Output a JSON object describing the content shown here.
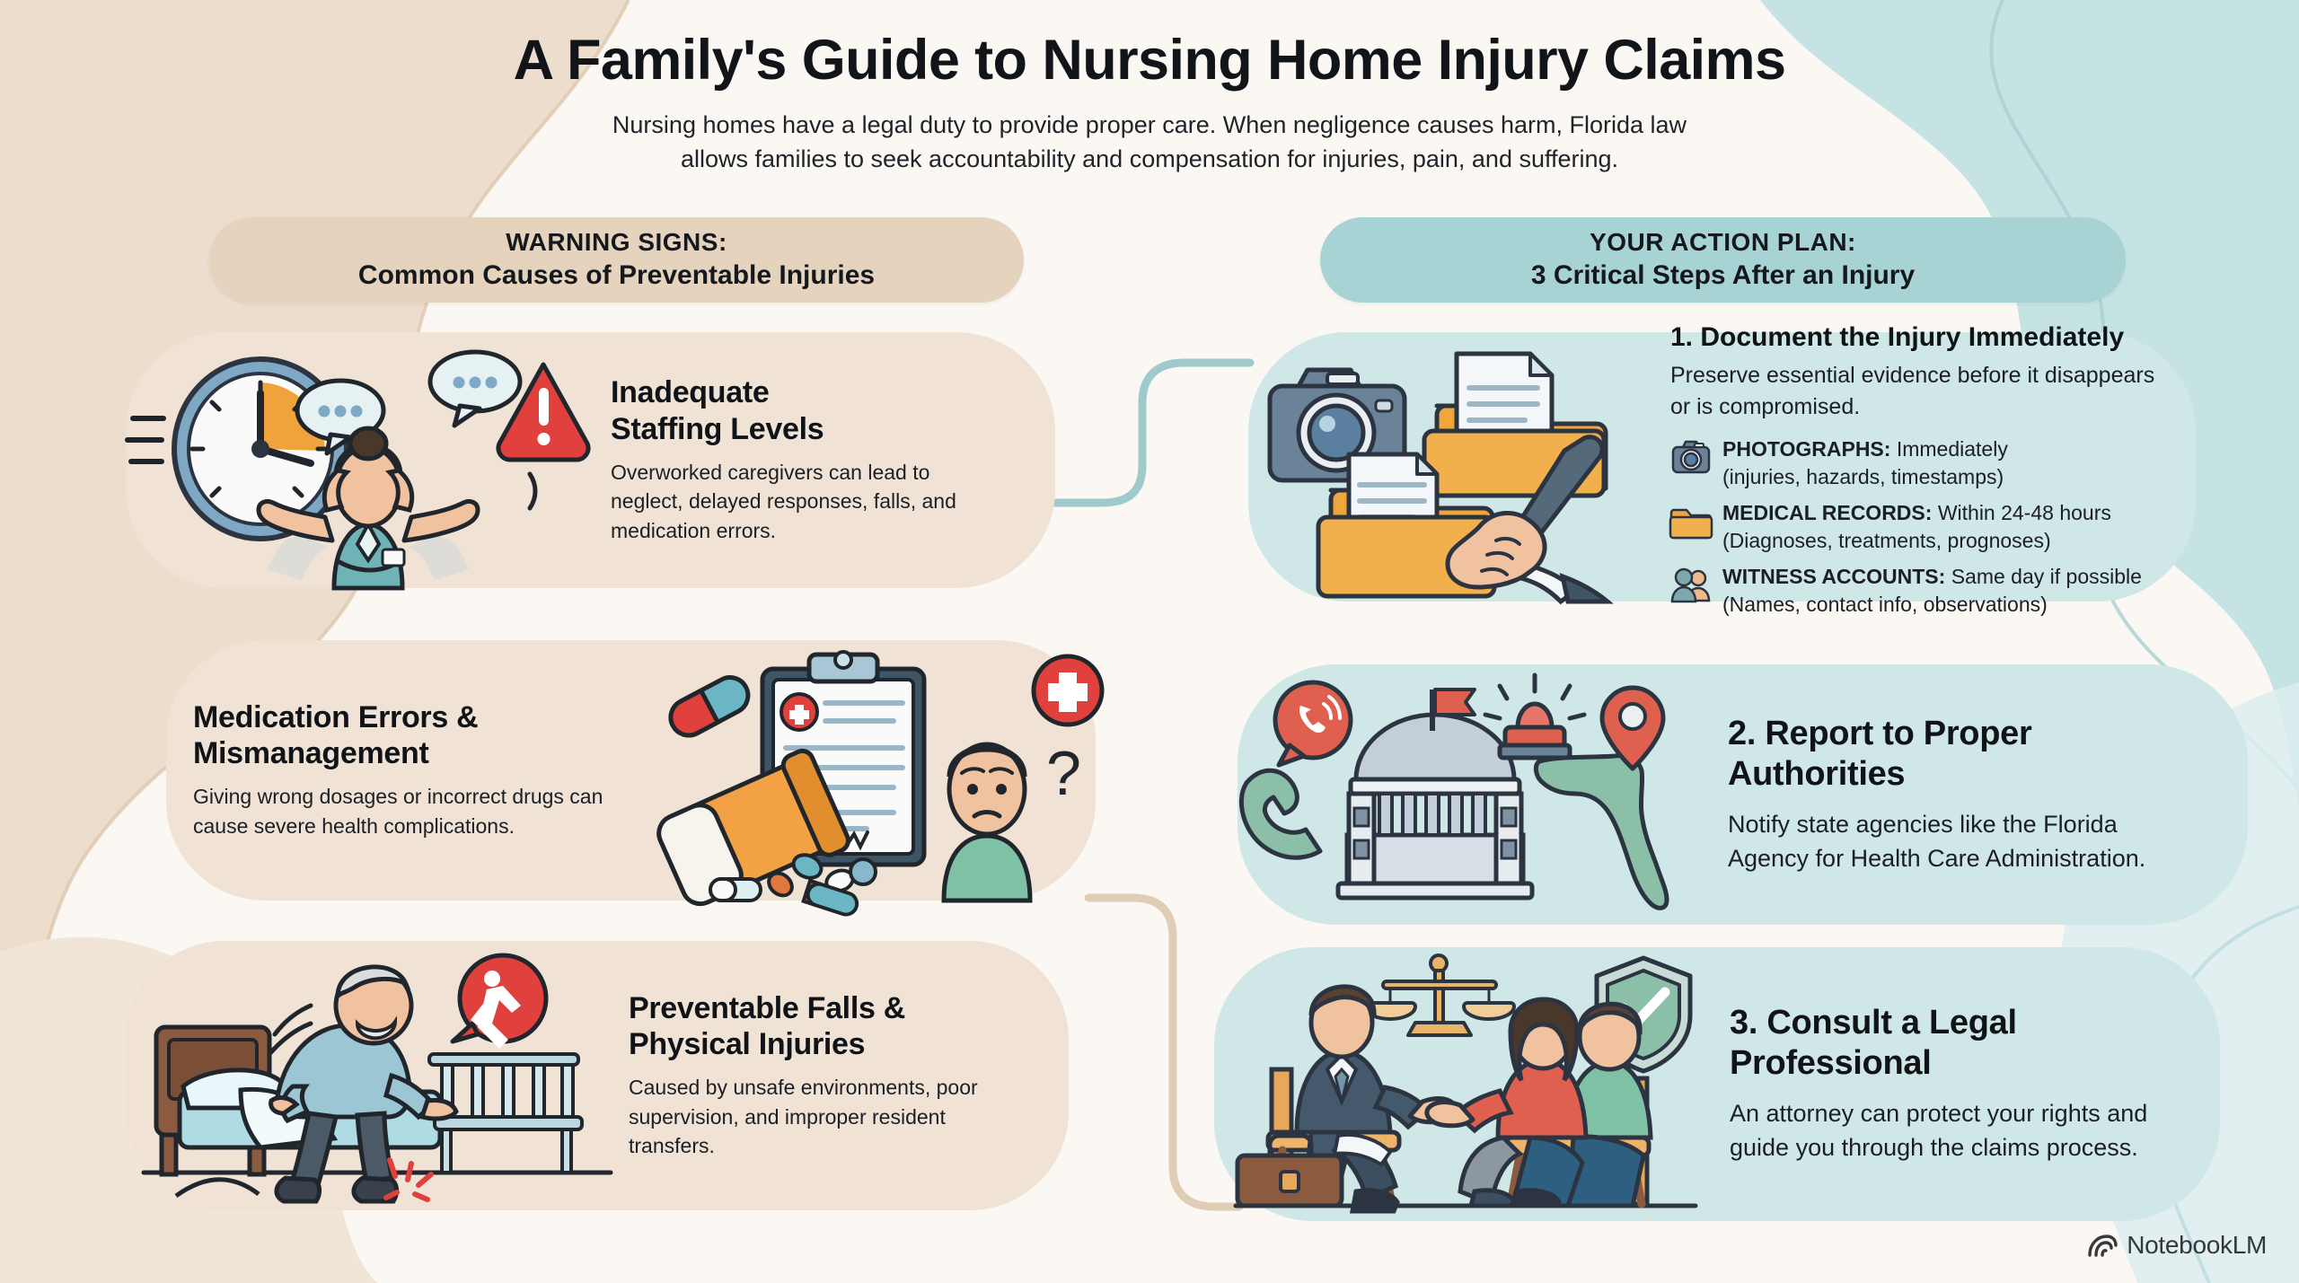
{
  "header": {
    "title": "A Family's Guide to Nursing Home Injury Claims",
    "subtitle_line1": "Nursing homes have a legal duty to provide proper care. When negligence causes harm, Florida law",
    "subtitle_line2": "allows families to seek accountability and compensation for injuries, pain, and suffering."
  },
  "left_column": {
    "banner": {
      "line1": "WARNING SIGNS:",
      "line2": "Common Causes of Preventable Injuries"
    },
    "cards": [
      {
        "title_line1": "Inadequate",
        "title_line2": "Staffing Levels",
        "body": "Overworked caregivers can lead to neglect, delayed responses, falls, and medication errors.",
        "illustration": "overwhelmed-nurse-clock"
      },
      {
        "title_line1": "Medication Errors &",
        "title_line2": "Mismanagement",
        "body": "Giving wrong dosages or incorrect drugs can cause severe health complications.",
        "illustration": "spilled-pill-bottle-clipboard-patient"
      },
      {
        "title_line1": "Preventable Falls &",
        "title_line2": "Physical Injuries",
        "body": "Caused by unsafe environments, poor supervision, and improper resident transfers.",
        "illustration": "elderly-man-falling-bed"
      }
    ]
  },
  "right_column": {
    "banner": {
      "line1": "YOUR ACTION PLAN:",
      "line2": "3 Critical Steps After an Injury"
    },
    "steps": [
      {
        "title": "1. Document the Injury Immediately",
        "body": "Preserve essential evidence before it disappears or is compromised.",
        "illustration": "camera-folders-hand-pen",
        "items": [
          {
            "icon": "camera-icon",
            "label": "PHOTOGRAPHS:",
            "timing": "Immediately",
            "detail": "(injuries, hazards, timestamps)"
          },
          {
            "icon": "folder-icon",
            "label": "MEDICAL RECORDS:",
            "timing": "Within 24-48 hours",
            "detail": "(Diagnoses, treatments, prognoses)"
          },
          {
            "icon": "witness-people-icon",
            "label": "WITNESS ACCOUNTS:",
            "timing": "Same day if possible",
            "detail": "(Names, contact info, observations)"
          }
        ]
      },
      {
        "title_line1": "2. Report to Proper",
        "title_line2": "Authorities",
        "body": "Notify state agencies like the Florida Agency for Health Care Administration.",
        "illustration": "capitol-phone-siren-florida-map"
      },
      {
        "title_line1": "3. Consult a Legal",
        "title_line2": "Professional",
        "body": "An attorney can protect your rights and guide you through the claims process.",
        "illustration": "attorney-family-consultation-scales-shield"
      }
    ]
  },
  "watermark": {
    "label": "NotebookLM",
    "icon": "notebooklm-logo-icon"
  },
  "colors": {
    "page_bg": "#fbf8f4",
    "warn_banner": "#e6d3be",
    "warn_card": "#f0e3d6",
    "action_banner": "#a8d3d4",
    "action_card": "#cfe7e6",
    "blob_beige": "#ecddcc",
    "blob_teal": "#c6e3e4",
    "accent_red": "#e0413c",
    "accent_orange": "#f0a33a",
    "accent_blue": "#7fa8c4",
    "accent_green": "#8bbfa8",
    "text_dark": "#101317"
  }
}
